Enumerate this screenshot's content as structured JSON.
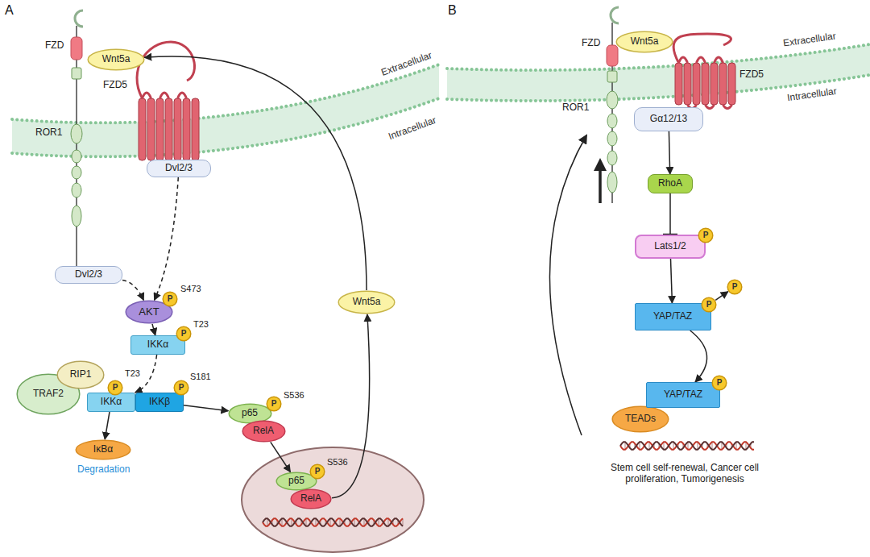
{
  "diagram": {
    "nodes": [
      {
        "text": [
          "Wnt5a"
        ]
      },
      {
        "text": [
          "Dvl2/3"
        ]
      },
      {
        "text": [
          "Dvl2/3"
        ]
      },
      {
        "text": [
          "AKT"
        ]
      },
      {
        "text": [
          "P"
        ]
      },
      {
        "text": [
          "IKKα"
        ]
      },
      {
        "text": [
          "P"
        ]
      },
      {
        "text": [
          "TRAF2"
        ]
      },
      {
        "text": [
          "RIP1"
        ]
      },
      {
        "text": [
          "IKKα"
        ]
      },
      {
        "text": [
          "P"
        ]
      },
      {
        "text": [
          "IKKβ"
        ]
      },
      {
        "text": [
          "P"
        ]
      },
      {
        "text": [
          "IκBα"
        ]
      },
      {
        "text": [
          "p65"
        ]
      },
      {
        "text": [
          "P"
        ]
      },
      {
        "text": [
          "RelA"
        ]
      },
      {
        "text": [
          "p65"
        ]
      },
      {
        "text": [
          "P"
        ]
      },
      {
        "text": [
          "RelA"
        ]
      },
      {
        "text": [
          "Wnt5a"
        ]
      },
      {
        "text": [
          "Wnt5a"
        ]
      },
      {
        "text": [
          "Gα12/13"
        ]
      },
      {
        "text": [
          "RhoA"
        ]
      },
      {
        "text": [
          "Lats1/2"
        ]
      },
      {
        "text": [
          "P"
        ]
      },
      {
        "text": [
          "YAP/TAZ"
        ]
      },
      {
        "text": [
          "P"
        ]
      },
      {
        "text": [
          "P"
        ]
      },
      {
        "text": [
          "Stem cell self-renewal, Cancer cell proliferation, Tumorigenesis"
        ]
      },
      {
        "text": [
          "TEADs"
        ],
        "in": 29
      },
      {
        "text": [
          "YAP/TAZ"
        ],
        "in": 29
      },
      {
        "text": [
          "P"
        ],
        "in": 29
      }
    ],
    "edges": [
      {
        "from": 2,
        "to": 3,
        "arrow": "to"
      },
      {
        "from": 1,
        "to": 3,
        "arrow": "to"
      },
      {
        "from": 3,
        "to": 5,
        "arrow": "to"
      },
      {
        "from": 5,
        "to": 9,
        "arrow": "to"
      },
      {
        "from": 9,
        "to": 13,
        "arrow": "to"
      },
      {
        "from": 11,
        "to": 14,
        "arrow": "to"
      },
      {
        "from": 16,
        "to": 17,
        "arrow": "to"
      },
      {
        "from": 19,
        "to": 20,
        "arrow": "to"
      },
      {
        "from": 20,
        "to": 0,
        "arrow": "to"
      },
      {
        "from": 22,
        "to": 23,
        "arrow": "to"
      },
      {
        "from": 23,
        "to": 24,
        "arrow": "to"
      },
      {
        "from": 24,
        "to": 26,
        "arrow": "to"
      },
      {
        "from": 27,
        "to": 28,
        "arrow": "to"
      },
      {
        "from": 26,
        "to": 31,
        "arrow": "to"
      }
    ],
    "labels": [
      "A",
      "FZD",
      "ROR1",
      "FZD5",
      "Extracellular",
      "Intracellular",
      "S473",
      "T23",
      "T23",
      "S181",
      "S536",
      "Degradation",
      "S536",
      "B",
      "FZD",
      "ROR1",
      "FZD5",
      "Extracellular",
      "Intracellular"
    ]
  }
}
